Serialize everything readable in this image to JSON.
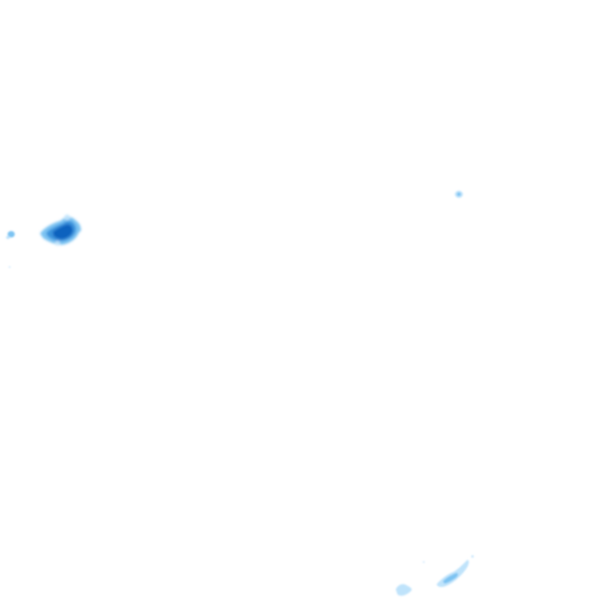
{
  "map": {
    "background_color": "#ffffff",
    "layer": "precipitation-radar-overlay",
    "intensity_palette": {
      "light": "#bfe3fb",
      "moderate": "#7cc3f2",
      "heavy": "#3a93dc",
      "intense": "#0a62be"
    },
    "echoes": [
      {
        "id": "echo-west-cell",
        "intensity": "intense"
      },
      {
        "id": "echo-west-fragment",
        "intensity": "moderate"
      },
      {
        "id": "echo-northeast-speck",
        "intensity": "light"
      },
      {
        "id": "echo-south-band",
        "intensity": "light"
      }
    ]
  }
}
